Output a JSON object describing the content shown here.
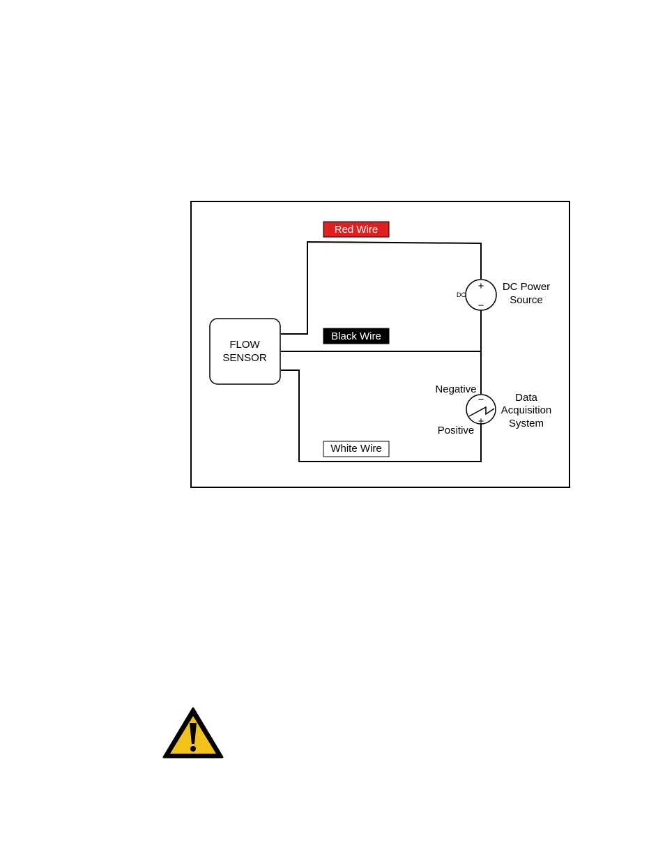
{
  "diagram": {
    "flow_sensor": {
      "line1": "FLOW",
      "line2": "SENSOR"
    },
    "wires": {
      "red": {
        "label": "Red Wire",
        "fill": "#e02020",
        "text_color": "#ffffff"
      },
      "black": {
        "label": "Black Wire",
        "fill": "#000000",
        "text_color": "#ffffff"
      },
      "white": {
        "label": "White Wire",
        "fill": "#ffffff",
        "text_color": "#000000"
      }
    },
    "dc_source": {
      "small_label": "DC",
      "plus": "+",
      "minus": "−",
      "line1": "DC Power",
      "line2": "Source"
    },
    "daq": {
      "negative_label": "Negative",
      "positive_label": "Positive",
      "plus": "+",
      "minus": "−",
      "line1": "Data",
      "line2": "Acquisition",
      "line3": "System"
    }
  },
  "warning": {
    "icon": "warning-triangle-icon",
    "fill": "#f2c21b"
  }
}
